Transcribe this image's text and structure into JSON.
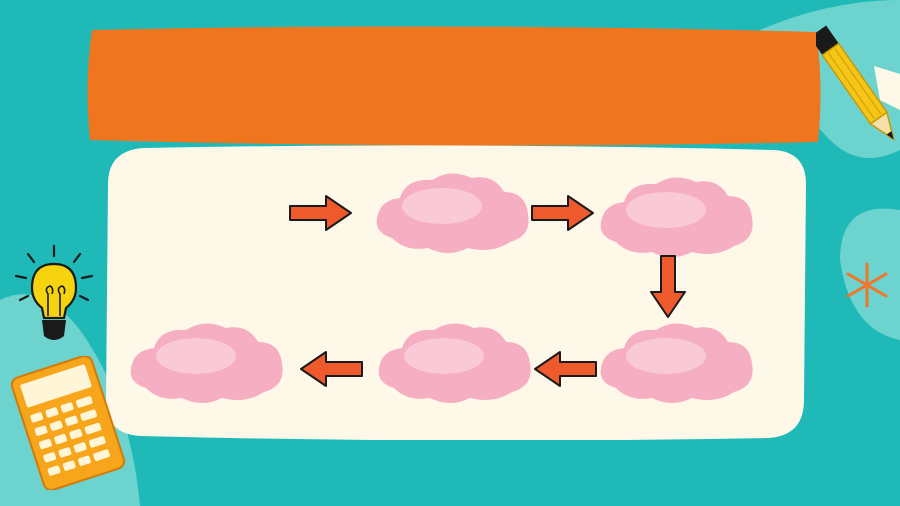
{
  "colors": {
    "background": "#1fb9b8",
    "background_light": "#6dd3cf",
    "header": "#ef761f",
    "panel": "#fdf8e8",
    "cloud": "#f6aec2",
    "cloud_highlight": "#fbd0dc",
    "arrow_fill": "#ee5a2c",
    "arrow_stroke": "#1a1a1a",
    "bulb": "#f5d40f",
    "calculator": "#f7a51a",
    "pencil": "#f5c518"
  },
  "diagram": {
    "title": "",
    "steps": [
      {
        "id": "step-1",
        "label": ""
      },
      {
        "id": "step-2",
        "label": ""
      },
      {
        "id": "step-3",
        "label": ""
      },
      {
        "id": "step-4",
        "label": ""
      },
      {
        "id": "step-5",
        "label": ""
      }
    ],
    "flow": [
      {
        "from": "start",
        "to": "step-1",
        "direction": "right"
      },
      {
        "from": "step-1",
        "to": "step-2",
        "direction": "right"
      },
      {
        "from": "step-2",
        "to": "step-3",
        "direction": "down"
      },
      {
        "from": "step-3",
        "to": "step-4",
        "direction": "left"
      },
      {
        "from": "step-4",
        "to": "step-5",
        "direction": "left"
      }
    ]
  },
  "icons": [
    "light-bulb-icon",
    "calculator-icon",
    "pencil-icon",
    "star-icon"
  ]
}
